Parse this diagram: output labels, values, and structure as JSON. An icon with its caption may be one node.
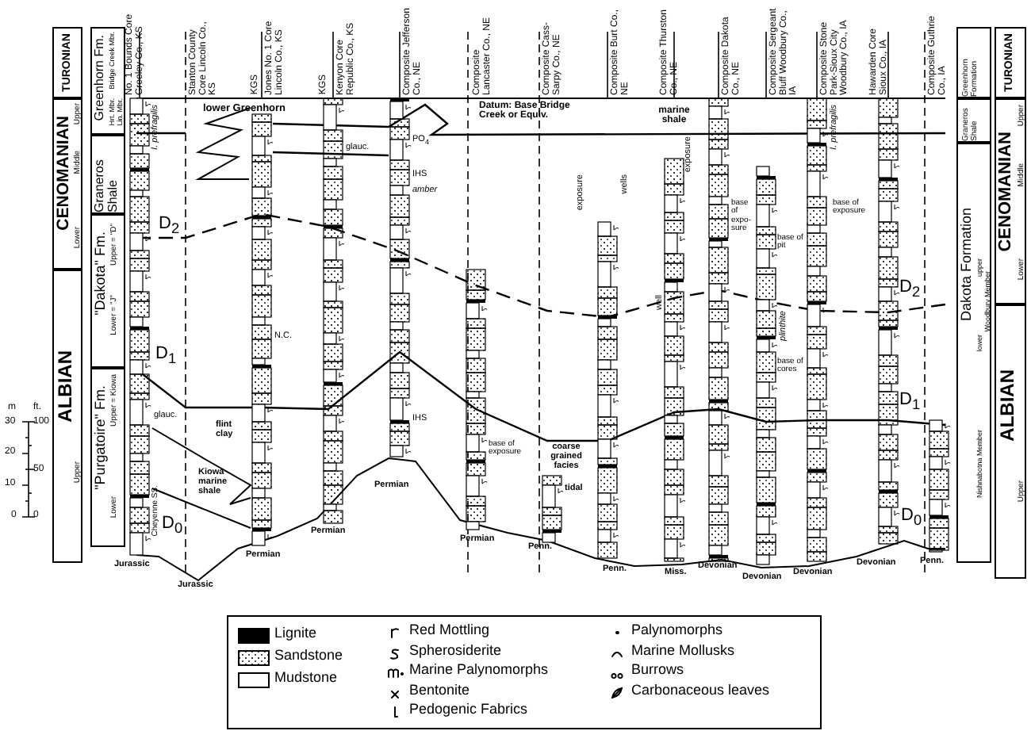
{
  "diagram": {
    "nodes": [
      {
        "text": [
          "TURONIAN"
        ]
      },
      {
        "text": [
          "CENOMANIAN",
          "Upper",
          "Middle",
          "Lower"
        ]
      },
      {
        "text": [
          "ALBIAN",
          "Upper"
        ]
      },
      {
        "text": [
          "Greenhorn Fm.",
          "Bridge Creek Mbr.",
          "Hrt. Mbr.",
          "Lin. Mbr."
        ]
      },
      {
        "text": [
          "Graneros Shale"
        ]
      },
      {
        "text": [
          "\"Dakota\" Fm.",
          "Upper = \"D\"",
          "Lower = \"J\""
        ]
      },
      {
        "text": [
          "\"Purgatoire\" Fm.",
          "Upper = Kiowa",
          "Lower"
        ]
      },
      {
        "text": [
          "Greenhorn Formation"
        ]
      },
      {
        "text": [
          "Graneros Shale"
        ]
      },
      {
        "text": [
          "Dakota Formation",
          "upper",
          "lower",
          "Woodbury Member",
          "Nishnabotna Member"
        ]
      },
      {
        "text": [
          "TURONIAN"
        ]
      },
      {
        "text": [
          "CENOMANIAN",
          "Upper",
          "Middle",
          "Lower"
        ]
      },
      {
        "text": [
          "ALBIAN",
          "Upper"
        ]
      }
    ],
    "labels": [
      "No. 1 Bounds Core Greeley Co., KS",
      "Stanton County Core Lincoln Co., KS",
      "KGS",
      "Jones No. 1 Core Lincoln Co., KS",
      "KGS",
      "Kenyon Core Republic Co., KS",
      "Composite Jefferson Co., NE",
      "Composite Lancaster Co., NE",
      "Composite Cass-Sarpy Co., NE",
      "Composite Burt Co., NE",
      "Composite Thurston Co., NE",
      "Composite Dakota Co., NE",
      "Composite Sergeant Bluff Woodbury Co., IA",
      "Composite Stone Park-Sioux City Woodbury Co., IA",
      "Hawarden Core Sioux Co., IA",
      "Composite Guthrie Co., IA",
      "lower Greenhorn",
      "Datum: Base Bridge Creek or Equiv.",
      "marine shale",
      "I. prefragilis",
      "glauc.",
      "PO$_{4}$",
      "I. prefragilis",
      "IHS",
      "amber",
      "exposure",
      "wells",
      "exposure",
      "base of expo-sure",
      "base of exposure",
      "base of pit",
      "D$_{2}$",
      "D$_{2}$",
      "well",
      "N.C.",
      "plinthite",
      "base of cores",
      "D$_{1}$",
      "D$_{1}$",
      "glauc.",
      "flint clay",
      "IHS",
      "base of exposure",
      "coarse grained facies",
      "tidal",
      "Kiowa marine shale",
      "Cheyenne SS.",
      "Permian",
      "D$_{0}$",
      "D$_{0}$",
      "Jurassic",
      "Jurassic",
      "Permian",
      "Permian",
      "Permian",
      "Penn.",
      "Penn.",
      "Miss.",
      "Devonian",
      "Devonian",
      "Devonian",
      "Devonian",
      "Penn.",
      "m",
      "ft.",
      "30",
      "20",
      "10",
      "0",
      "100",
      "50",
      "0"
    ],
    "legend": [
      {
        "text": "Lignite",
        "color": "#000000"
      },
      {
        "text": "Sandstone"
      },
      {
        "text": "Mudstone",
        "color": "#ffffff"
      },
      {
        "text": "Red Mottling"
      },
      {
        "text": "Spherosiderite"
      },
      {
        "text": "Marine Palynomorphs"
      },
      {
        "text": "Bentonite"
      },
      {
        "text": "Pedogenic Fabrics"
      },
      {
        "text": "Palynomorphs"
      },
      {
        "text": "Marine Mollusks"
      },
      {
        "text": "Burrows"
      },
      {
        "text": "Carbonaceous leaves"
      }
    ]
  }
}
